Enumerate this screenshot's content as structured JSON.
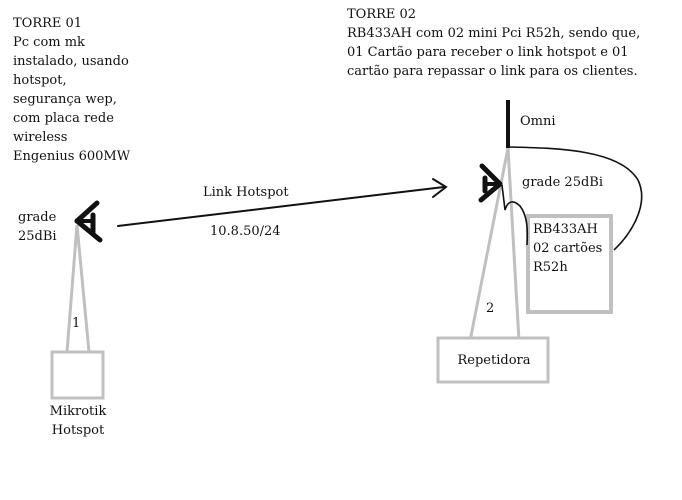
{
  "colors": {
    "ink": "#111111",
    "tower_gray": "#c0c0c0",
    "background": "#ffffff"
  },
  "tower1": {
    "title": "TORRE 01",
    "description_lines": [
      "Pc com mk",
      "instalado, usando",
      "hotspot,",
      "segurança wep,",
      "com placa rede",
      "wireless",
      "Engenius 600MW"
    ],
    "antenna_label_lines": [
      "grade",
      "25dBi"
    ],
    "tower_number": "1",
    "base_label_lines": [
      "Mikrotik",
      "Hotspot"
    ],
    "antenna_icon": "grid-antenna-icon"
  },
  "tower2": {
    "title": "TORRE 02",
    "description_lines": [
      "RB433AH com 02 mini Pci R52h, sendo que,",
      "01 Cartão para receber o link hotspot e 01",
      "cartão para repassar o link para os clientes."
    ],
    "omni_label": "Omni",
    "antenna_label": "grade 25dBi",
    "tower_number": "2",
    "base_label": "Repetidora",
    "router_box_lines": [
      "RB433AH",
      "02 cartões",
      "R52h"
    ],
    "antenna_icon": "grid-antenna-icon",
    "omni_icon": "omni-antenna-icon"
  },
  "link": {
    "label": "Link Hotspot",
    "network": "10.8.50/24"
  }
}
